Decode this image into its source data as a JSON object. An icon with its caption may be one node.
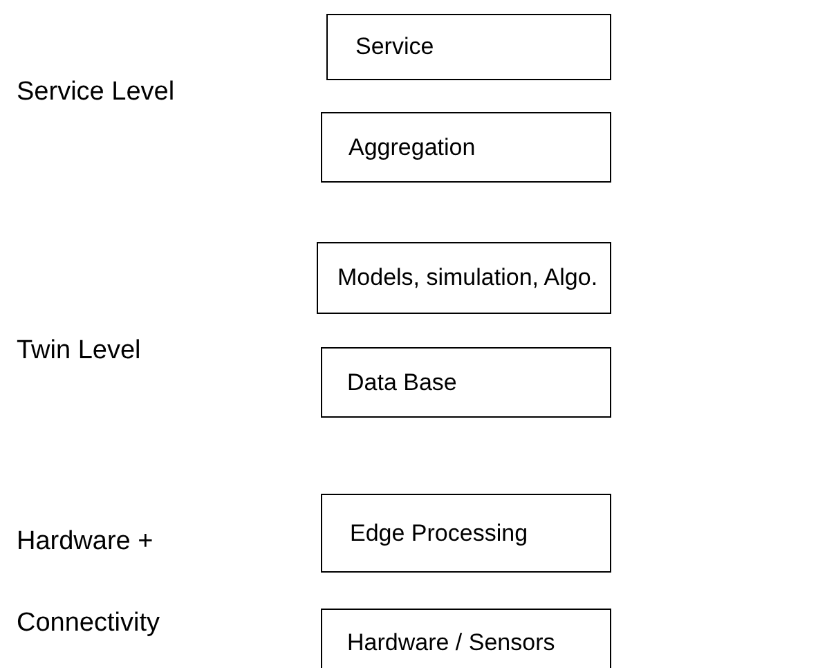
{
  "diagram": {
    "nodes": [
      {
        "text": [
          "Service"
        ]
      },
      {
        "text": [
          "Aggregation"
        ]
      },
      {
        "text": [
          "Models, simulation, Algo."
        ]
      },
      {
        "text": [
          "Data Base"
        ]
      },
      {
        "text": [
          "Edge Processing"
        ]
      },
      {
        "text": [
          "Hardware / Sensors"
        ]
      }
    ],
    "labels": [
      "Service Level",
      "Twin Level",
      "Hardware +",
      "Connectivity"
    ]
  }
}
